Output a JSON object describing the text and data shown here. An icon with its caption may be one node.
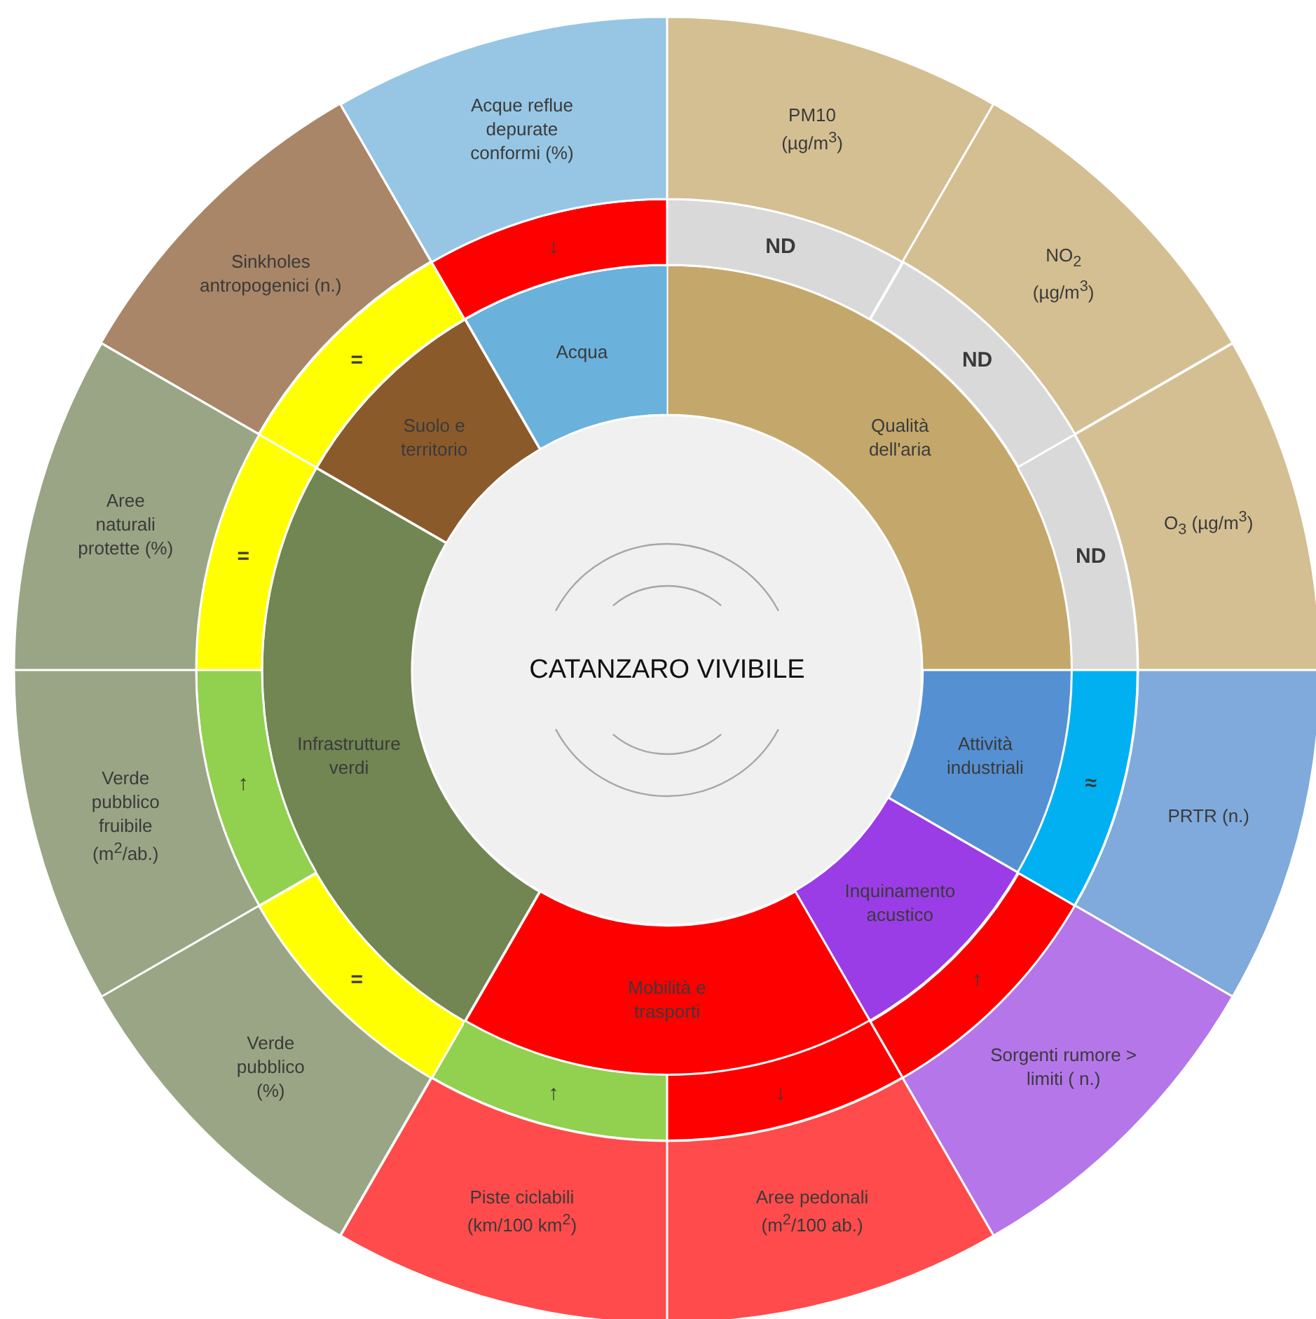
{
  "diagram": {
    "nodes": [
      {
        "text": [
          "CATANZARO VIVIBILE"
        ]
      },
      {
        "text": [
          "Qualità dell'aria"
        ]
      },
      {
        "text": [
          "Attività industriali"
        ]
      },
      {
        "text": [
          "Inquinamento acustico"
        ]
      },
      {
        "text": [
          "Mobilità e trasporti"
        ]
      },
      {
        "text": [
          "Infrastrutture verdi"
        ]
      },
      {
        "text": [
          "Suolo e territorio"
        ]
      },
      {
        "text": [
          "Acqua"
        ]
      },
      {
        "text": [
          "ND"
        ]
      },
      {
        "text": [
          "ND"
        ]
      },
      {
        "text": [
          "ND"
        ]
      },
      {
        "text": [
          "≈"
        ]
      },
      {
        "text": [
          "↑"
        ]
      },
      {
        "text": [
          "↓"
        ]
      },
      {
        "text": [
          "↑"
        ]
      },
      {
        "text": [
          "="
        ]
      },
      {
        "text": [
          "↑"
        ]
      },
      {
        "text": [
          "="
        ]
      },
      {
        "text": [
          "="
        ]
      },
      {
        "text": [
          "↓"
        ]
      },
      {
        "text": [
          "PM10 (µg/m$^{3}$)"
        ]
      },
      {
        "text": [
          "NO$_{2}$ (µg/m$^{3}$)"
        ]
      },
      {
        "text": [
          "O$_{3}$ (µg/m$^{3}$)"
        ]
      },
      {
        "text": [
          "PRTR (n.)"
        ]
      },
      {
        "text": [
          "Sorgenti rumore > limiti ( n.)"
        ]
      },
      {
        "text": [
          "Aree pedonali (m$^{2}$/100 ab.)"
        ]
      },
      {
        "text": [
          "Piste ciclabili (km/100 km$^{2}$)"
        ]
      },
      {
        "text": [
          "Verde pubblico (%)"
        ]
      },
      {
        "text": [
          "Verde pubblico fruibile (m$^{2}$/ab.)"
        ]
      },
      {
        "text": [
          "Aree naturali protette (%)"
        ]
      },
      {
        "text": [
          "Sinkholes antropogenici (n.)"
        ]
      },
      {
        "text": [
          "Acque reflue depurate conformi (%)"
        ]
      }
    ]
  }
}
